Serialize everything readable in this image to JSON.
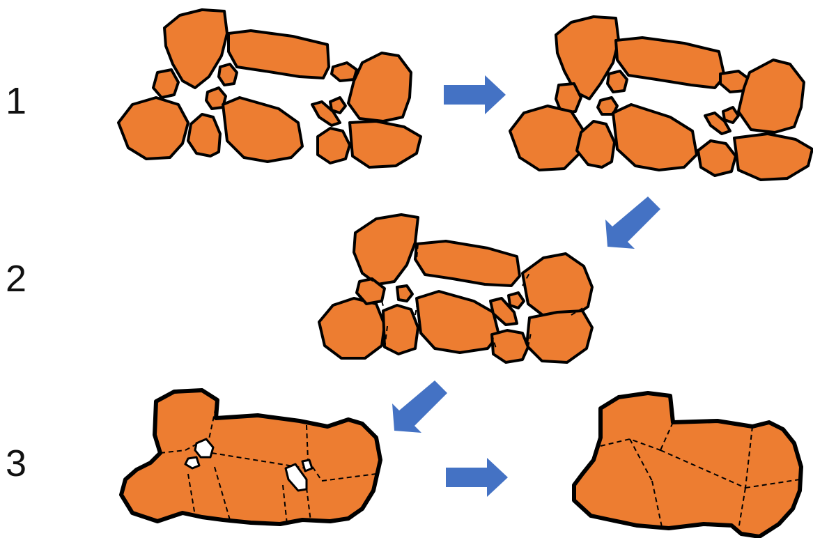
{
  "stages": [
    {
      "label": "1"
    },
    {
      "label": "2"
    },
    {
      "label": "3"
    }
  ],
  "colors": {
    "grain": "#ed7d31",
    "outline": "#000000",
    "arrow": "#4472c4",
    "background": "#ffffff"
  }
}
